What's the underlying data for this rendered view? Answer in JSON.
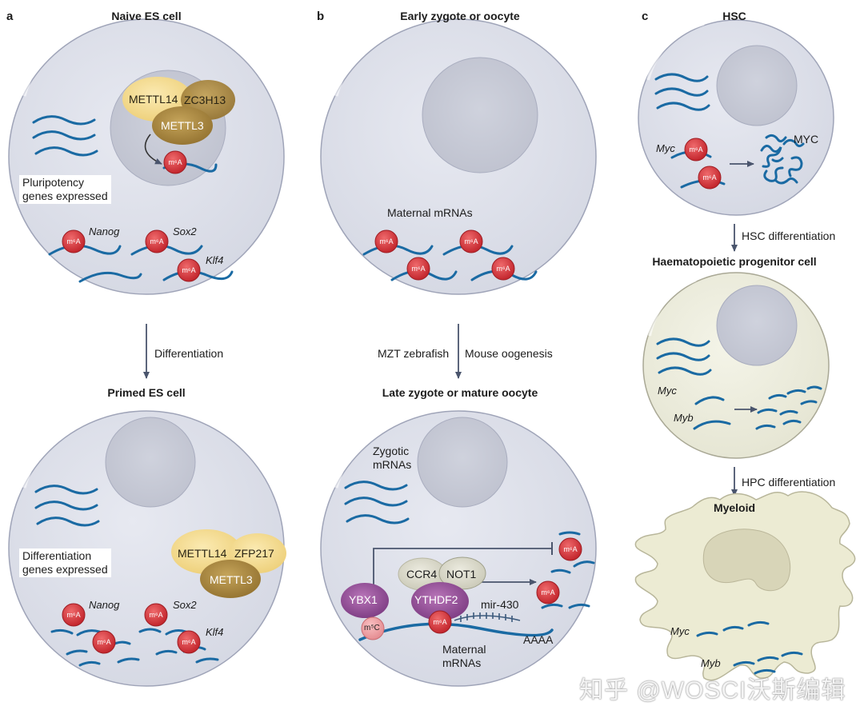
{
  "panels": {
    "a": {
      "letter": "a",
      "top_title": "Naive ES cell",
      "bottom_title": "Primed ES cell",
      "arrow_label": "Differentiation",
      "writer_top": [
        "METTL14",
        "ZC3H13",
        "METTL3"
      ],
      "writer_bottom": [
        "METTL14",
        "ZFP217",
        "METTL3"
      ],
      "box_top": [
        "Pluripotency",
        "genes expressed"
      ],
      "box_bottom": [
        "Differentiation",
        "genes expressed"
      ],
      "genes": [
        "Nanog",
        "Sox2",
        "Klf4"
      ],
      "mark": "m⁶A"
    },
    "b": {
      "letter": "b",
      "top_title": "Early zygote or oocyte",
      "bottom_title": "Late zygote or mature oocyte",
      "top_label": "Maternal mRNAs",
      "arrow_left": "MZT zebrafish",
      "arrow_right": "Mouse oogenesis",
      "zygotic": [
        "Zygotic",
        "mRNAs"
      ],
      "proteins": [
        "YBX1",
        "CCR4",
        "NOT1",
        "YTHDF2"
      ],
      "m5c": "m⁵C",
      "mirna": "mir-430",
      "polya": "AAAA",
      "maternal": [
        "Maternal",
        "mRNAs"
      ]
    },
    "c": {
      "letter": "c",
      "top_title": "HSC",
      "myc_gene": "Myc",
      "myc_protein": "MYC",
      "arrow1": "HSC differentiation",
      "middle_title": "Haematopoietic progenitor cell",
      "myb_gene": "Myb",
      "arrow2": "HPC differentiation",
      "bottom_title": "Myeloid"
    }
  },
  "watermark": "知乎 @WOSCI沃斯编辑",
  "colors": {
    "cell": "#dfe2ec",
    "nucleus": "#c9ccd8",
    "rna": "#1a6aa3",
    "m6a": "#d6373c",
    "mettl14": "#f4dc8e",
    "mettl3": "#a6853a",
    "progenitor": "#eeeedf",
    "myeloid": "#ecebd3"
  }
}
